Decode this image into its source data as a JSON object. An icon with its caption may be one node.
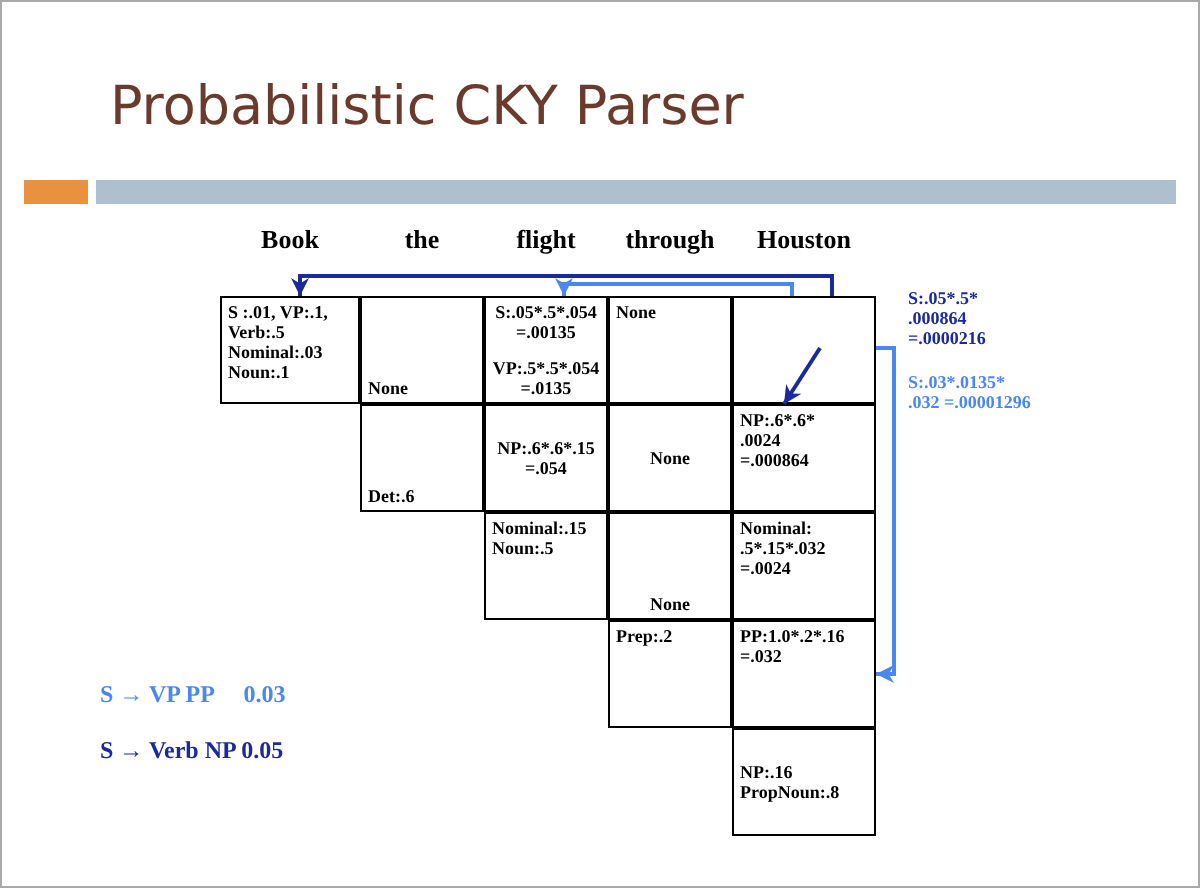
{
  "diagram": {
    "title": "Probabilistic CKY Parser",
    "nodes": [
      {
        "text": [
          "S :.01, VP:.1, Verb:.5 Nominal:.03 Noun:.1"
        ]
      },
      {
        "text": [
          "None"
        ]
      },
      {
        "text": [
          "S:.05*.5*.054 =.00135",
          "VP:.5*.5*.054 =.0135"
        ]
      },
      {
        "text": [
          "None"
        ]
      },
      {
        "text": [],
        "shape": "box",
        "beside": [
          "S:.05*.5* .000864 =.0000216",
          "S:.03*.0135* .032 =.00001296"
        ]
      },
      {
        "text": [
          "Det:.6"
        ]
      },
      {
        "text": [
          "NP:.6*.6*.15 =.054"
        ]
      },
      {
        "text": [
          "None"
        ]
      },
      {
        "text": [
          "NP:.6*.6* .0024 =.000864"
        ]
      },
      {
        "text": [
          "Nominal:.15 Noun:.5"
        ]
      },
      {
        "text": [
          "None"
        ]
      },
      {
        "text": [
          "Nominal: .5*.15*.032 =.0024"
        ]
      },
      {
        "text": [
          "Prep:.2"
        ]
      },
      {
        "text": [
          "PP:1.0*.2*.16 =.032"
        ]
      },
      {
        "text": [
          "NP:.16 PropNoun:.8"
        ]
      }
    ],
    "edges": [
      {
        "from": 4,
        "to": 0,
        "arrow": "to",
        "color": "#1a2a9a"
      },
      {
        "from": 4,
        "to": 8,
        "arrow": "to",
        "color": "#1a2a9a"
      },
      {
        "from": 4,
        "to": 2,
        "arrow": "to",
        "color": "#4a88f0"
      },
      {
        "from": 4,
        "to": 13,
        "arrow": "to",
        "color": "#4a88f0"
      }
    ],
    "labels": [
      "Book",
      "the",
      "flight",
      "through",
      "Houston",
      "S → VP PP     0.03",
      "S → Verb NP 0.05"
    ]
  }
}
